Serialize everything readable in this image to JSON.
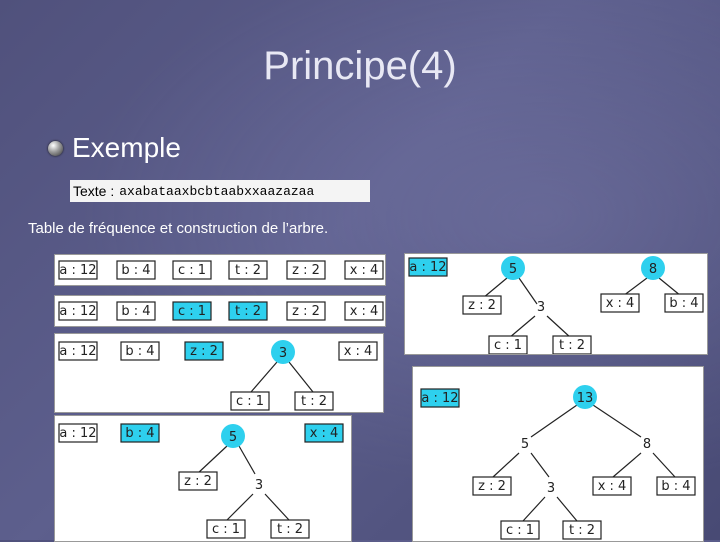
{
  "slide": {
    "title": "Principe(4)",
    "bullet": "Exemple",
    "texte_label": "Texte :",
    "texte_value": "axabataaxbcbtaabxxaazazaa",
    "caption": "Table de fréquence et construction de l’arbre."
  },
  "colors": {
    "highlight": "#2ed0ee",
    "background": "#50517c"
  },
  "step1": {
    "leaves": [
      "a : 12",
      "b : 4",
      "c : 1",
      "t : 2",
      "z : 2",
      "x : 4"
    ]
  },
  "step2": {
    "leaves": [
      "a : 12",
      "b : 4",
      "c : 1",
      "t : 2",
      "z : 2",
      "x : 4"
    ],
    "highlighted": [
      "c : 1",
      "t : 2"
    ]
  },
  "step3": {
    "leaves": [
      "a : 12",
      "b : 4",
      "z : 2",
      "x : 4"
    ],
    "highlighted": [
      "z : 2"
    ],
    "node": "3",
    "children": [
      "c : 1",
      "t : 2"
    ]
  },
  "step4": {
    "leaves": [
      "a : 12",
      "b : 4",
      "x : 4"
    ],
    "highlighted": [
      "b : 4",
      "x : 4"
    ],
    "root": "5",
    "mid_left": "z : 2",
    "mid_node": "3",
    "children": [
      "c : 1",
      "t : 2"
    ]
  },
  "step5": {
    "top_leaf": "a : 12",
    "node_left": "5",
    "node_right": "8",
    "left_leaf": "z : 2",
    "mid_node": "3",
    "right_leaves": [
      "x : 4",
      "b : 4"
    ],
    "children": [
      "c : 1",
      "t : 2"
    ]
  },
  "step6": {
    "top_leaf": "a : 12",
    "root": "13",
    "node_left": "5",
    "node_right": "8",
    "left_leaf": "z : 2",
    "mid_node": "3",
    "right_leaves": [
      "x : 4",
      "b : 4"
    ],
    "children": [
      "c : 1",
      "t : 2"
    ]
  }
}
